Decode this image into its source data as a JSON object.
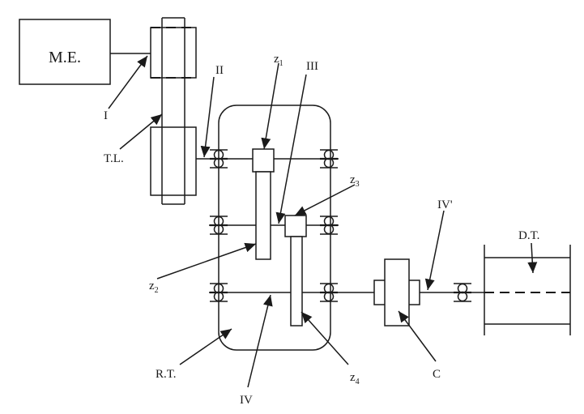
{
  "labels": {
    "motor": "M.E.",
    "shaft_1": "I",
    "belt": "T.L.",
    "shaft_2": "II",
    "shaft_3": "III",
    "gear_1": "z",
    "gear_1_index": "1",
    "gear_2": "z",
    "gear_2_index": "2",
    "gear_3": "z",
    "gear_3_index": "3",
    "gear_4": "z",
    "gear_4_index": "4",
    "shaft_4": "IV",
    "shaft_4_out": "IV'",
    "reducer": "R.T.",
    "coupling": "C",
    "drum": "D.T."
  },
  "colors": {
    "ink": "#1a1a1a",
    "paper": "#ffffff"
  }
}
